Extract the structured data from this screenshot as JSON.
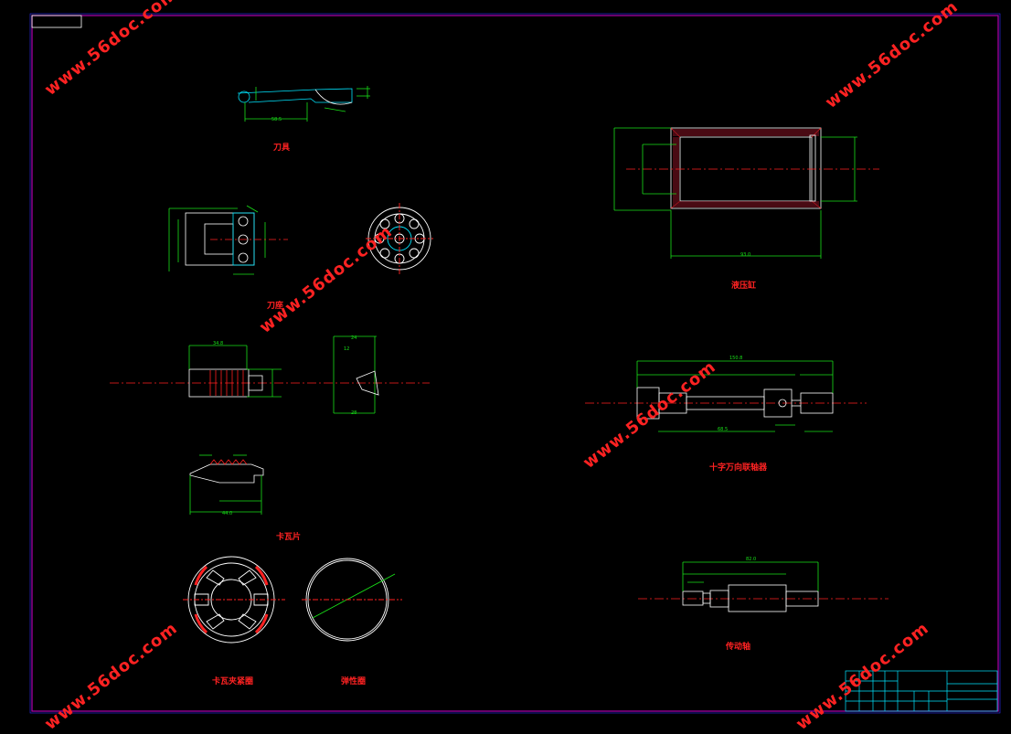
{
  "watermark": "www.56doc.com",
  "parts": {
    "cutter": "刀具",
    "tool_holder": "刀座",
    "card_plate": "卡瓦片",
    "card_ring": "卡瓦夹紧圈",
    "elastic_ring": "弹性圈",
    "hydraulic_cylinder": "液压缸",
    "cross_universal_coupling": "十字万向联轴器",
    "drive_shaft": "传动轴"
  },
  "colors": {
    "outline": "#00e5ff",
    "dimension": "#18e018",
    "centerline": "#ff2020",
    "label": "#ff2222",
    "border": "#b000b0"
  }
}
